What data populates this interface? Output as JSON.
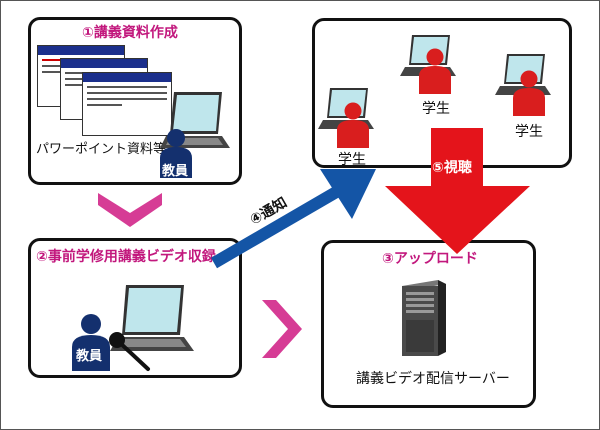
{
  "boxes": {
    "lecture_materials": {
      "title": "①講義資料作成",
      "caption": "パワーポイント資料等",
      "person_label": "教員"
    },
    "recording": {
      "title": "②事前学修用講義ビデオ収録",
      "person_label": "教員"
    },
    "students": {
      "labels": [
        "学生",
        "学生",
        "学生"
      ]
    },
    "upload": {
      "title": "③アップロード",
      "caption": "講義ビデオ配信サーバー"
    }
  },
  "arrows": {
    "notify": {
      "label": "④通知"
    },
    "view": {
      "label": "⑤視聴"
    }
  },
  "colors": {
    "title_magenta": "#c2187d",
    "chevron_pink": "#d63c95",
    "notify_blue": "#1455a6",
    "view_red": "#e4141b",
    "teacher_navy": "#14306e",
    "student_red": "#d91e1e"
  },
  "icons": [
    "laptop-icon",
    "teacher-icon",
    "student-icon",
    "microphone-icon",
    "server-icon",
    "slides-icon"
  ]
}
